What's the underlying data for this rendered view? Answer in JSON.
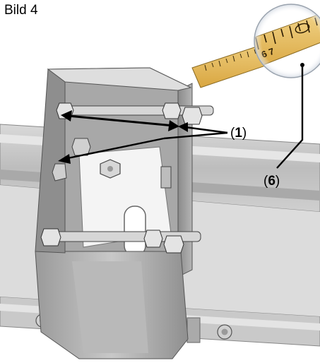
{
  "figure": {
    "title": "Bild 4",
    "callouts": [
      {
        "open": "(",
        "number": "1",
        "close": ")"
      },
      {
        "open": "(",
        "number": "6",
        "close": ")"
      }
    ],
    "tape_text": "6  7"
  }
}
